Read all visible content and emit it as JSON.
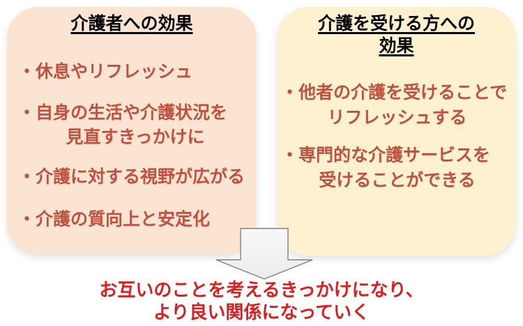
{
  "left_box": {
    "title": "介護者への効果",
    "items": [
      [
        "・休息やリフレッシュ"
      ],
      [
        "・自身の生活や介護状況を",
        "見直すきっかけに"
      ],
      [
        "・介護に対する視野が広がる"
      ],
      [
        "・介護の質向上と安定化"
      ]
    ]
  },
  "right_box": {
    "title": "介護を受ける方への\n効果",
    "items": [
      [
        "・他者の介護を受けることで",
        "リフレッシュする"
      ],
      [
        "・専門的な介護サービスを",
        "受けることができる"
      ]
    ]
  },
  "conclusion": {
    "text": "お互いのことを考えるきっかけになり、\nより良い関係になっていく"
  },
  "icons": {
    "down_arrow": "down-arrow"
  },
  "colors": {
    "left-box-fill": "#fbe4d1",
    "right-box-fill": "#fdf1d0",
    "title-color": "#000000",
    "bullet-color": "#c1503f",
    "conclusion-color": "#dd1e1e",
    "arrow-fill": "#f2f2f2",
    "arrow-stroke": "#808080"
  }
}
